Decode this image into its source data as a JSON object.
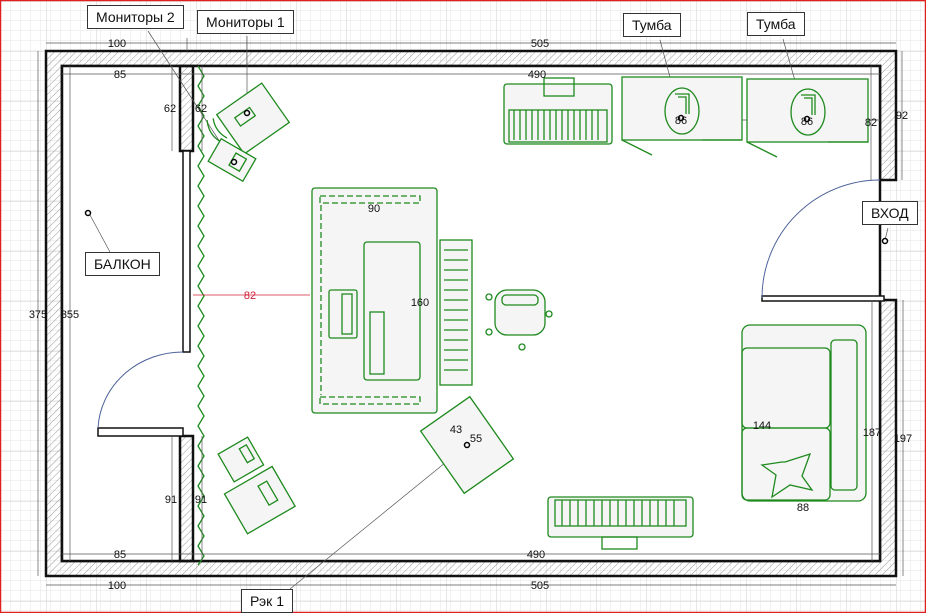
{
  "labels": {
    "monitors2": "Мониторы 2",
    "monitors1": "Мониторы 1",
    "balcony": "БАЛКОН",
    "cabinet1": "Тумба",
    "cabinet2": "Тумба",
    "entrance": "ВХОД",
    "rack1": "Рэк 1"
  },
  "dimensions": {
    "top_left_outer": "100",
    "top_outer": "505",
    "top_left_inner": "85",
    "top_inner": "490",
    "partition_left": "62",
    "partition_right": "62",
    "right_upper_outer": "92",
    "right_upper_inner": "82",
    "left_outer": "375",
    "left_inner": "355",
    "curtain_to_desk": "82",
    "desk_width": "90",
    "desk_length": "160",
    "cabinet1_width": "86",
    "cabinet2_width": "86",
    "sofa_length": "144",
    "right_lower_inner": "187",
    "right_lower_outer": "197",
    "sofa_depth": "88",
    "rack_width": "43",
    "rack_length": "55",
    "partition_lower_left": "91",
    "partition_lower_right": "91",
    "bottom_left_inner": "85",
    "bottom_inner": "490",
    "bottom_left_outer": "100",
    "bottom_outer": "505"
  },
  "colors": {
    "furniture": "#1e8a1e",
    "wall": "#111111",
    "highlight_dim": "#d0223a",
    "door_arc": "#4a5f9a",
    "frame": "#e02020"
  }
}
